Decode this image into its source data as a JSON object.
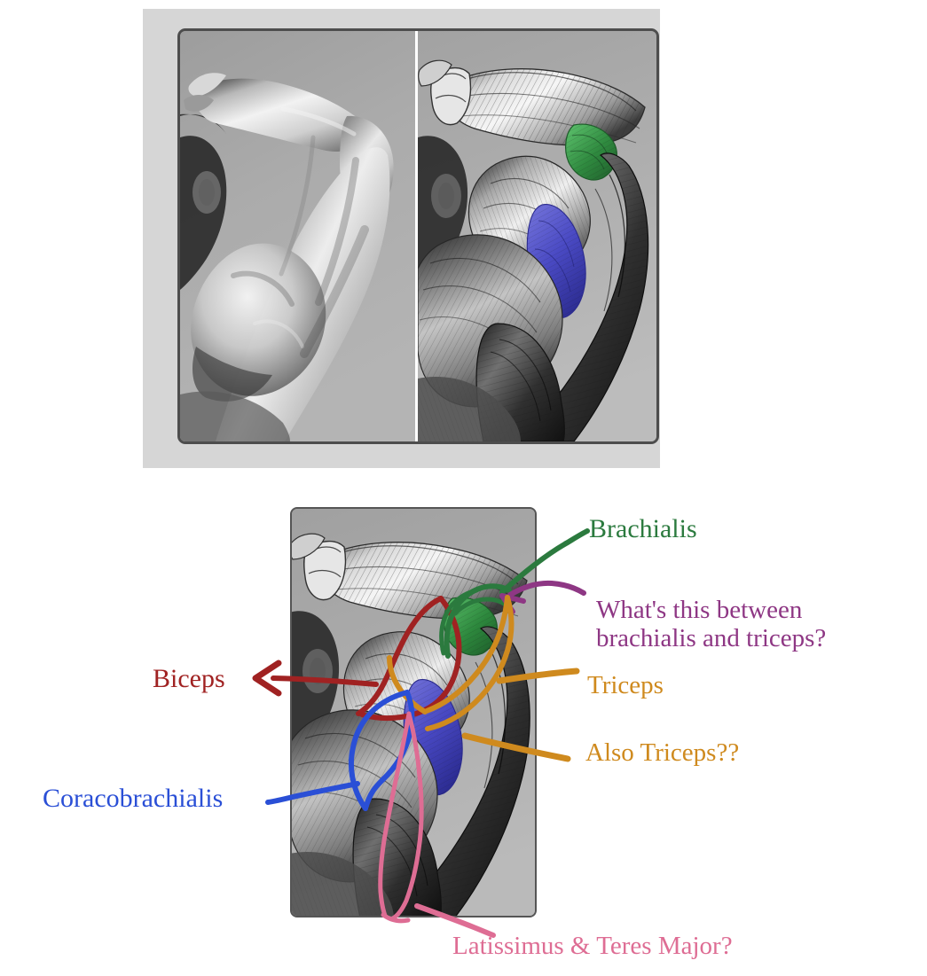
{
  "figure": {
    "top": {
      "description_left": "Black and white photograph of a flexed upper arm seen from the side",
      "description_right": "Anatomical muscle illustration of the same flexed arm with highlighted muscles",
      "highlight_green": "#3f9a4e",
      "highlight_blue": "#4a4ab4",
      "frame_border_color": "#4d4d4d",
      "container_background": "#d6d6d6",
      "divider_color": "#ffffff"
    },
    "bottom": {
      "description": "Anatomical muscle illustration of the flexed arm with hand-drawn colored outlines",
      "frame_border_color": "#555555"
    }
  },
  "annotations": [
    {
      "id": "brachialis",
      "text": "Brachialis",
      "color": "#2b7a3e",
      "marker": "line"
    },
    {
      "id": "whats-this",
      "text": "What's this between\nbrachialis and triceps?",
      "color": "#8e3784",
      "marker": "line"
    },
    {
      "id": "triceps",
      "text": "Triceps",
      "color": "#cf8a1e",
      "marker": "line"
    },
    {
      "id": "also-triceps",
      "text": "Also Triceps??",
      "color": "#cf8a1e",
      "marker": "line"
    },
    {
      "id": "biceps",
      "text": "Biceps",
      "color": "#a02222",
      "marker": "arrow-left"
    },
    {
      "id": "coracobrachialis",
      "text": "Coracobrachialis",
      "color": "#2a4fd6",
      "marker": "line"
    },
    {
      "id": "latissimus",
      "text": "Latissimus & Teres Major?",
      "color": "#de6d94",
      "marker": "line"
    }
  ],
  "colors": {
    "red": "#a02222",
    "green": "#2b7a3e",
    "purple": "#8e3784",
    "orange": "#cf8a1e",
    "blue": "#2a4fd6",
    "pink": "#de6d94"
  }
}
